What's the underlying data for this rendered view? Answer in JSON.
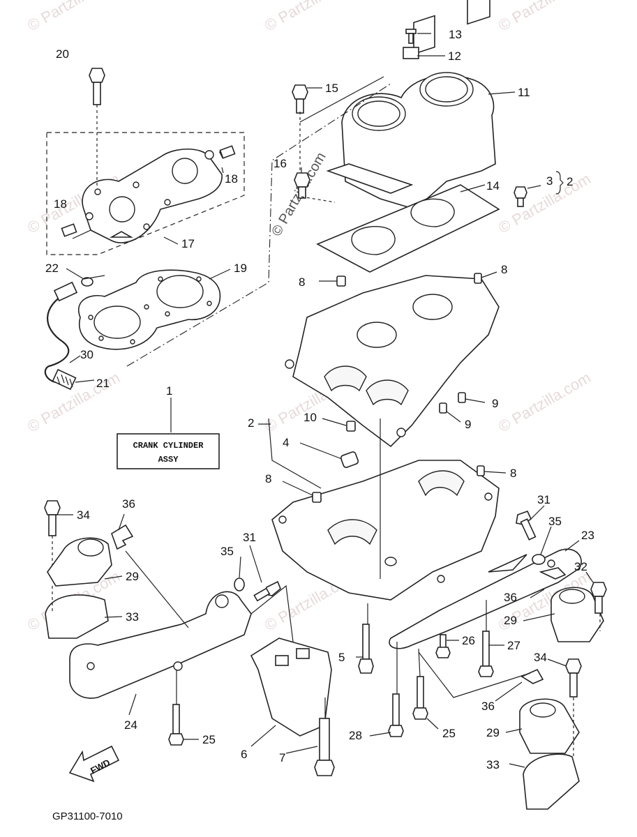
{
  "watermark": "© Partzilla.com",
  "callouts": [
    "1",
    "2",
    "3",
    "4",
    "5",
    "6",
    "7",
    "8",
    "8",
    "8",
    "8",
    "9",
    "9",
    "10",
    "11",
    "12",
    "13",
    "14",
    "15",
    "16",
    "17",
    "18",
    "18",
    "19",
    "20",
    "21",
    "22",
    "23",
    "24",
    "25",
    "25",
    "25",
    "26",
    "27",
    "28",
    "29",
    "29",
    "29",
    "30",
    "31",
    "31",
    "32",
    "33",
    "33",
    "34",
    "34",
    "35",
    "35",
    "36",
    "36",
    "36"
  ],
  "assy_box": {
    "line1": "CRANK CYLINDER",
    "line2": "ASSY"
  },
  "fwd_label": "FWD",
  "diagram_code": "GP31100-7010",
  "colors": {
    "line": "#222222",
    "watermark": "#e7dada",
    "background": "#ffffff"
  }
}
